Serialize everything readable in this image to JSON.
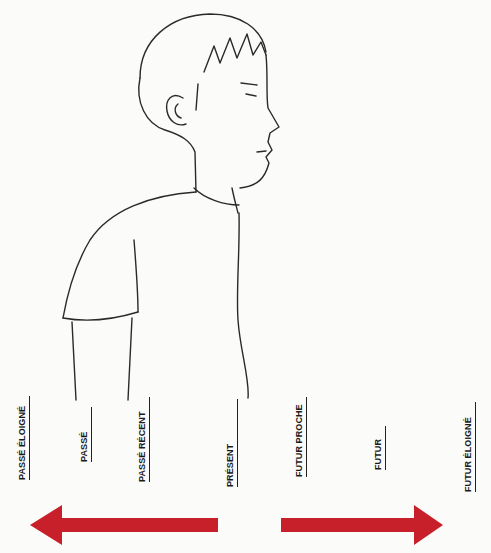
{
  "diagram": {
    "labels": [
      "PASSÉ ÉLOIGNÉ",
      "PASSÉ",
      "PASSÉ RÉCENT",
      "PRÉSENT",
      "FUTUR PROCHE",
      "FUTUR",
      "FUTUR ÉLOIGNÉ"
    ]
  }
}
